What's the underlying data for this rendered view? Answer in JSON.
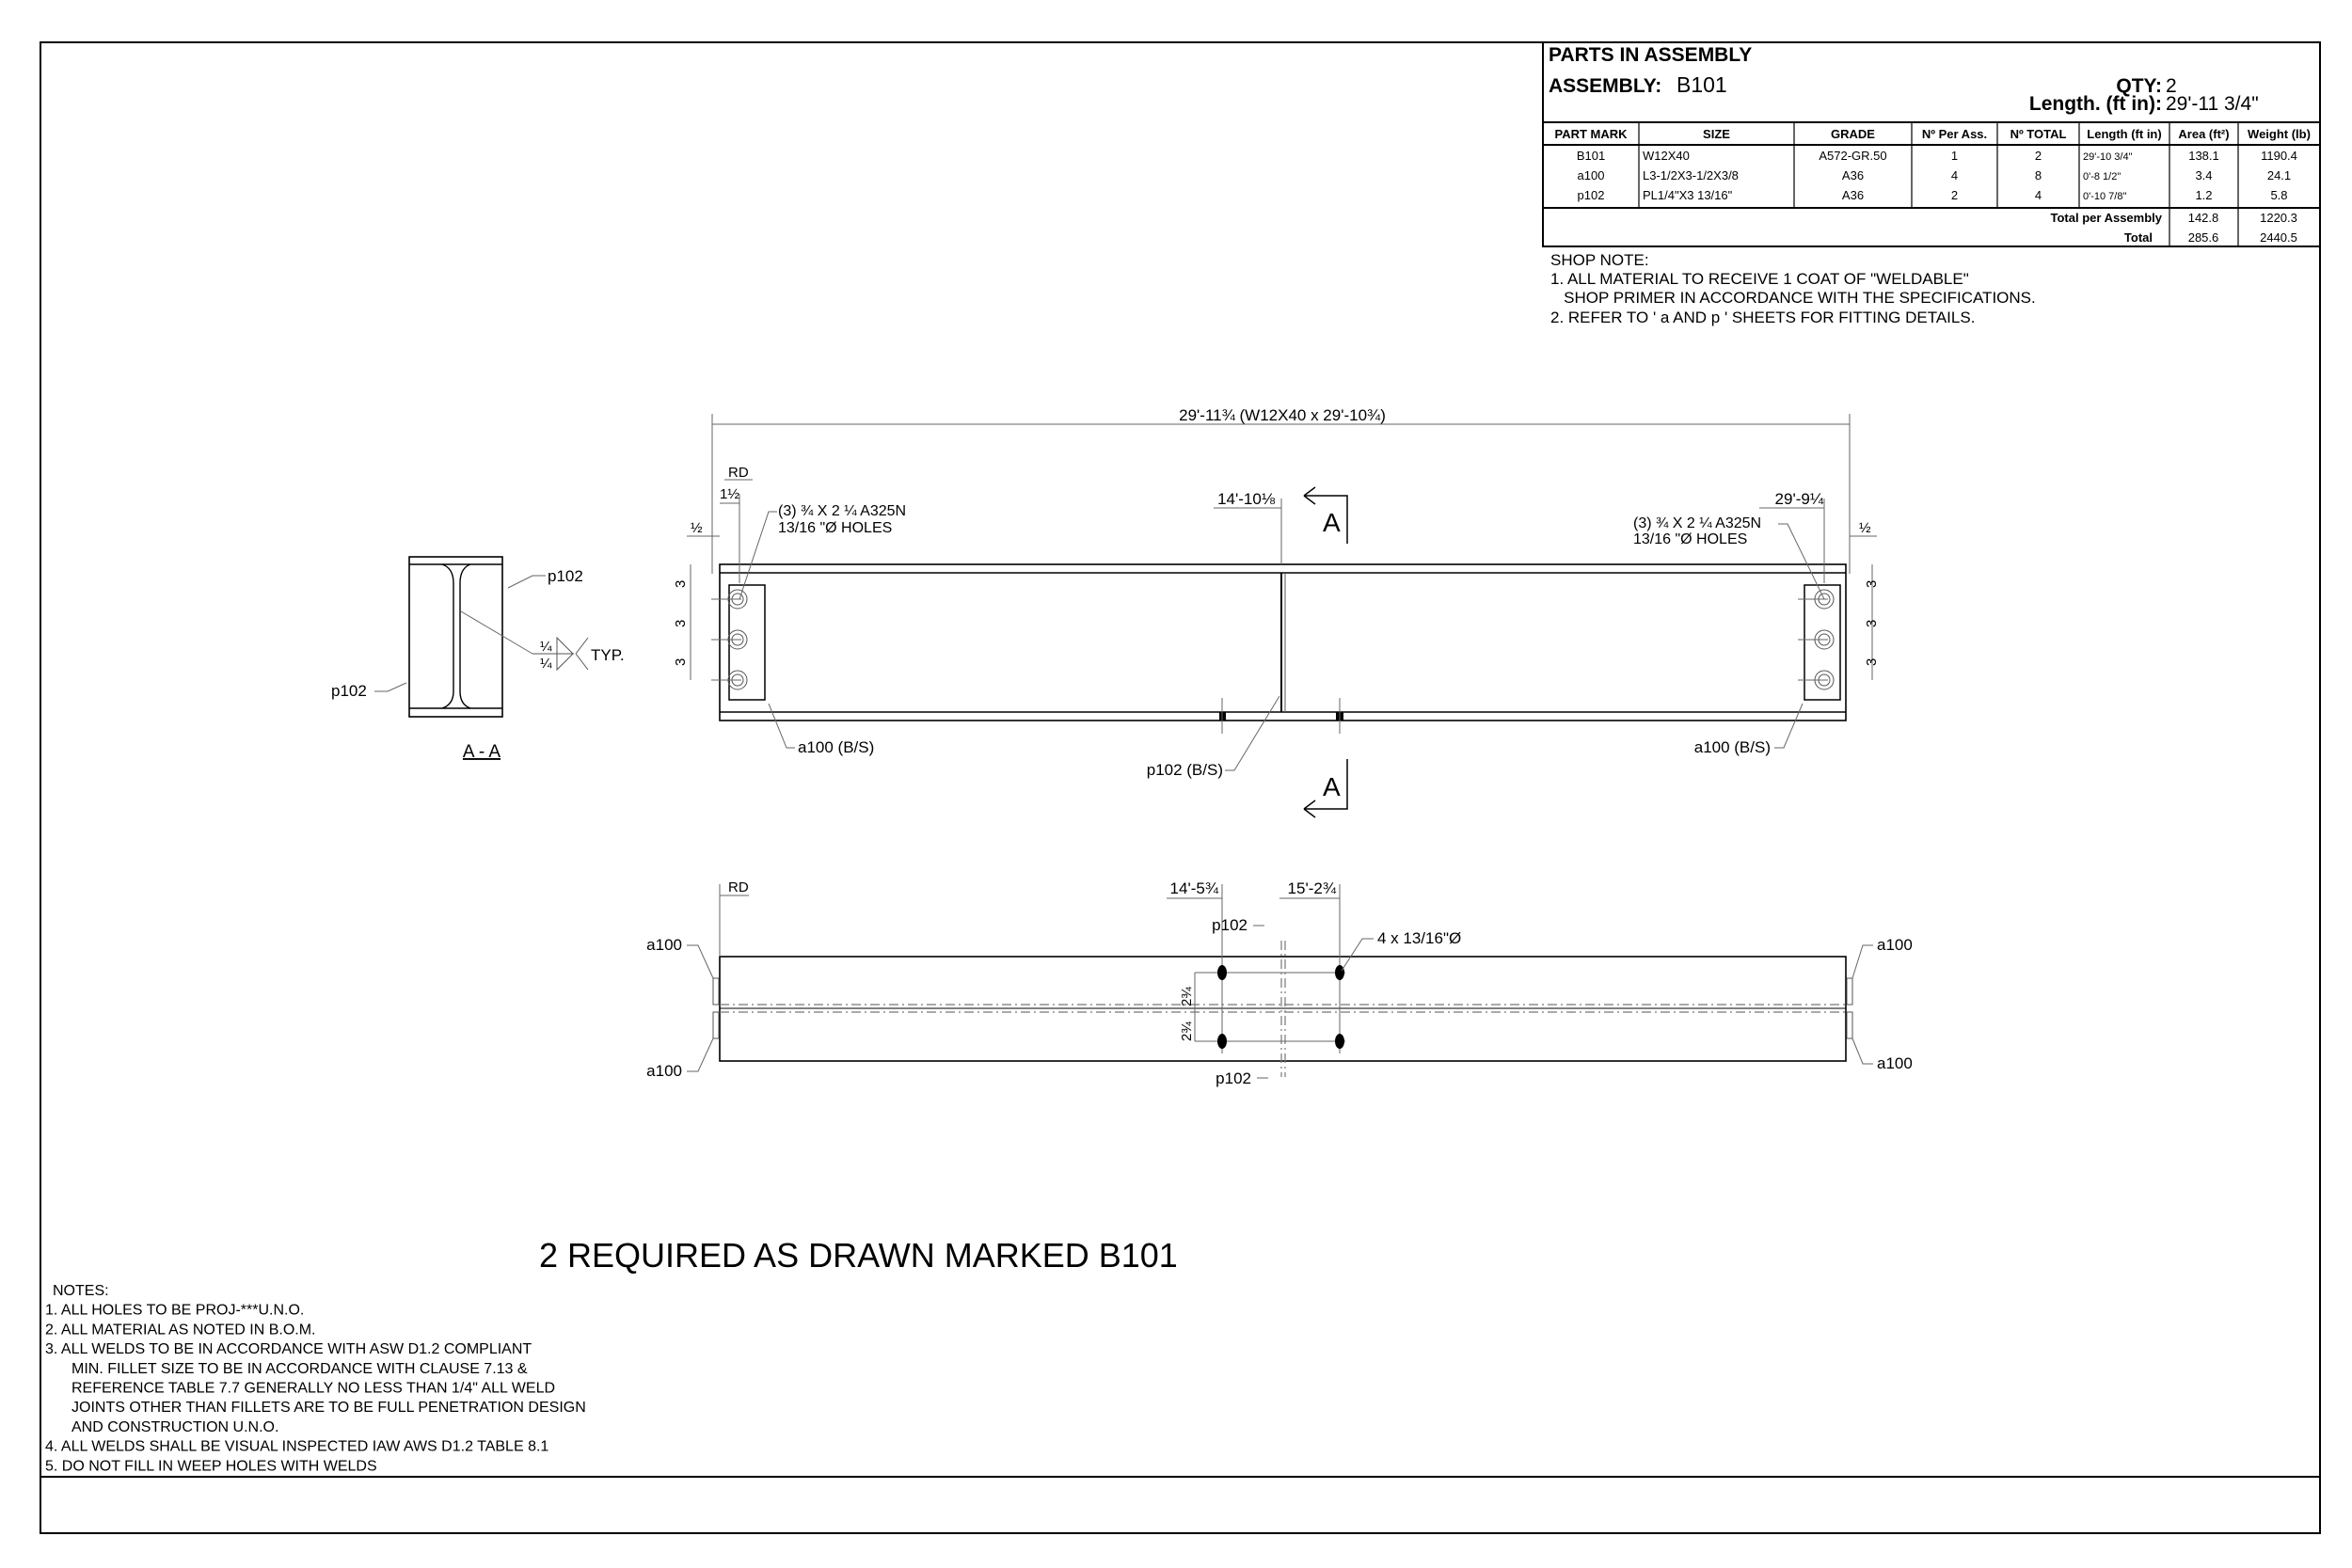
{
  "bom": {
    "title": "PARTS IN ASSEMBLY",
    "assembly_label": "ASSEMBLY:",
    "assembly_value": "B101",
    "qty_label": "QTY:",
    "qty_value": "2",
    "length_label": "Length. (ft in):",
    "length_value": "29'-11 3/4\"",
    "headers": [
      "PART MARK",
      "SIZE",
      "GRADE",
      "Nº Per Ass.",
      "Nº TOTAL",
      "Length (ft in)",
      "Area (ft²)",
      "Weight (lb)"
    ],
    "rows": [
      [
        "B101",
        "W12X40",
        "A572-GR.50",
        "1",
        "2",
        "29'-10 3/4\"",
        "138.1",
        "1190.4"
      ],
      [
        "a100",
        "L3-1/2X3-1/2X3/8",
        "A36",
        "4",
        "8",
        "0'-8 1/2\"",
        "3.4",
        "24.1"
      ],
      [
        "p102",
        "PL1/4\"X3 13/16\"",
        "A36",
        "2",
        "4",
        "0'-10 7/8\"",
        "1.2",
        "5.8"
      ]
    ],
    "total_per_assembly_label": "Total per Assembly",
    "total_per_assembly_area": "142.8",
    "total_per_assembly_weight": "1220.3",
    "total_label": "Total",
    "total_area": "285.6",
    "total_weight": "2440.5"
  },
  "shop_note": [
    "SHOP NOTE:",
    "1. ALL MATERIAL TO RECEIVE 1 COAT OF \"WELDABLE\"",
    "   SHOP PRIMER IN ACCORDANCE WITH THE SPECIFICATIONS.",
    "2. REFER TO ' a AND p ' SHEETS FOR FITTING DETAILS."
  ],
  "elevation": {
    "overall_dim": "29'-11¾ (W12X40 x 29'-10¾)",
    "rd": "RD",
    "left_offset_1": "1½",
    "left_offset_2": "½",
    "right_offset": "½",
    "bolt_callout_1": "(3) ¾ X 2 ¼ A325N",
    "bolt_callout_2": "13/16 \"Ø HOLES",
    "stiffener_dim": "14'-10⅛",
    "right_dim": "29'-9¼",
    "section_mark": "A",
    "hole_spacing": "3",
    "a100_label": "a100 (B/S)",
    "p102_label": "p102 (B/S)"
  },
  "section": {
    "title": "A - A",
    "p102": "p102",
    "weld_size": "¼",
    "typ": "TYP."
  },
  "plan": {
    "rd": "RD",
    "dim_1": "14'-5¾",
    "dim_2": "15'-2¾",
    "p102": "p102",
    "holes": "4 x 13/16\"Ø",
    "a100": "a100",
    "gauge": "2¾"
  },
  "required_note": "2 REQUIRED AS DRAWN MARKED B101",
  "notes": [
    "NOTES:",
    "1.  ALL HOLES TO BE  PROJ-***U.N.O.",
    "2.  ALL MATERIAL AS NOTED IN B.O.M.",
    "3.  ALL WELDS TO BE IN ACCORDANCE WITH ASW D1.2 COMPLIANT",
    "MIN. FILLET SIZE TO BE IN ACCORDANCE WITH CLAUSE 7.13 &",
    "REFERENCE TABLE 7.7 GENERALLY NO LESS THAN 1/4\" ALL WELD",
    "JOINTS OTHER THAN FILLETS ARE TO BE FULL PENETRATION DESIGN",
    "AND CONSTRUCTION U.N.O.",
    "4.  ALL WELDS SHALL BE VISUAL INSPECTED IAW AWS D1.2 TABLE 8.1",
    "5.  DO NOT FILL IN WEEP HOLES WITH WELDS"
  ]
}
